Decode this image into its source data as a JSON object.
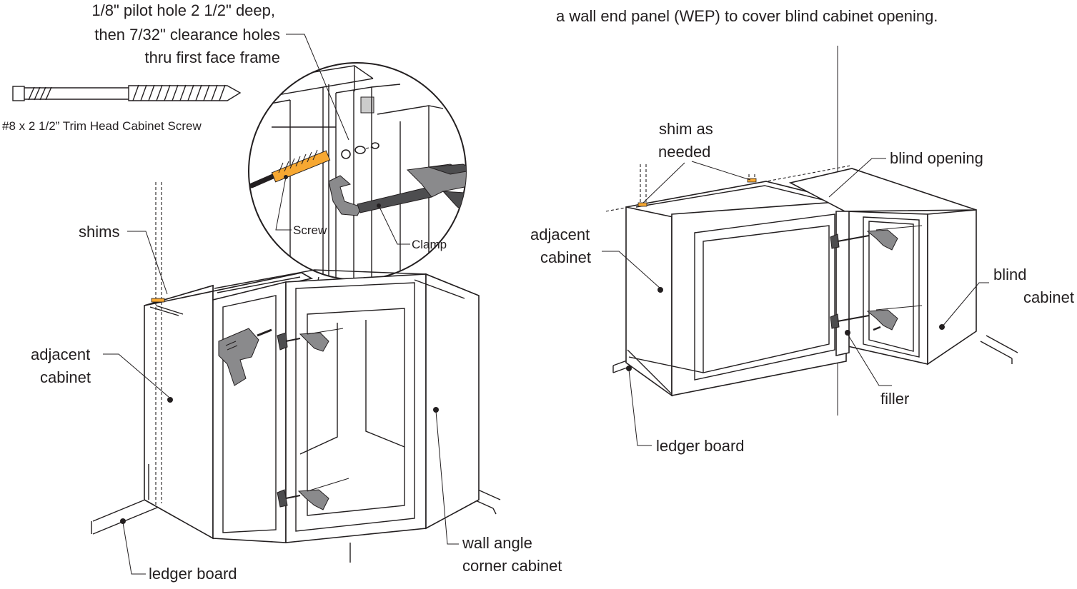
{
  "screw_detail": {
    "pilot_line1": "1/8\" pilot hole 2 1/2\" deep,",
    "pilot_line2": "then 7/32\" clearance holes",
    "pilot_line3": "thru first face frame",
    "screw_caption": "#8 x 2 1/2” Trim Head Cabinet Screw",
    "screw_label": "Screw",
    "clamp_label": "Clamp"
  },
  "left_figure": {
    "shims": "shims",
    "adjacent_line1": "adjacent",
    "adjacent_line2": "cabinet",
    "ledger": "ledger board",
    "corner_line1": "wall angle",
    "corner_line2": "corner cabinet"
  },
  "right_figure": {
    "note_line1": "a wall end panel (WEP) to cover blind cabinet opening.",
    "shim_line1": "shim as",
    "shim_line2": "needed",
    "blind_opening": "blind opening",
    "adjacent_line1": "adjacent",
    "adjacent_line2": "cabinet",
    "blind_line1": "blind",
    "blind_line2": "cabinet",
    "filler": "filler",
    "ledger": "ledger board"
  },
  "colors": {
    "line": "#231f20",
    "screw_shank": "#f7a832",
    "clamp": "#4d4d4f"
  }
}
